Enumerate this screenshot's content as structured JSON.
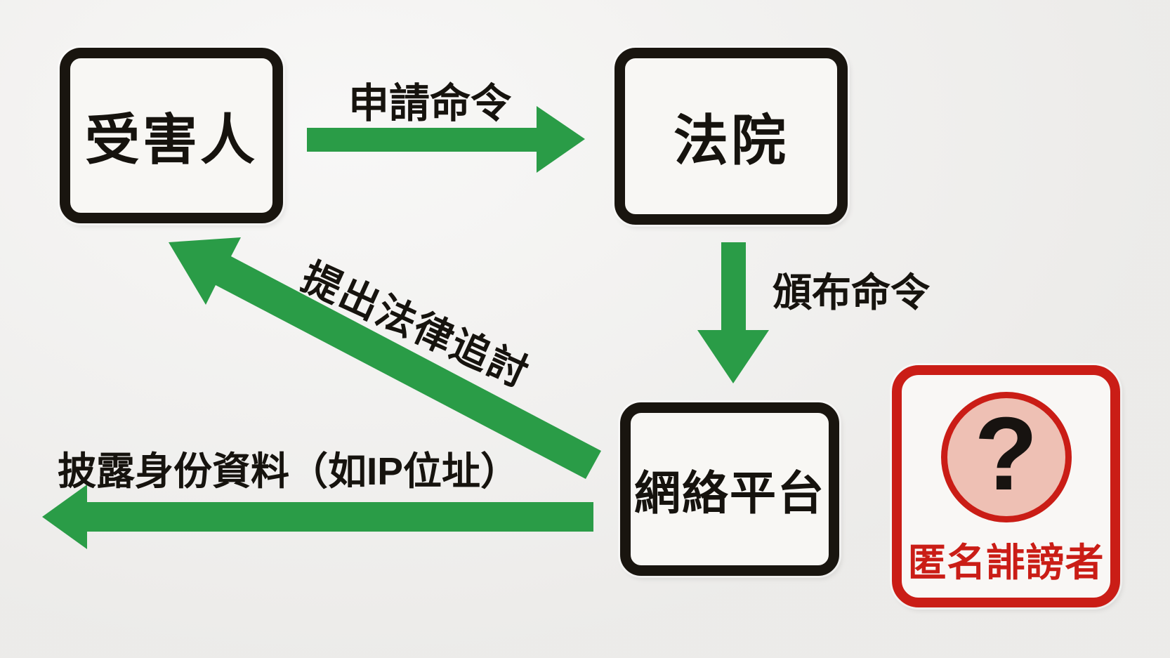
{
  "colors": {
    "background": "#f1f0ee",
    "arrow_green": "#2a9c47",
    "box_border_black": "#19150f",
    "alert_red": "#ca1d16",
    "question_circle_fill": "#eec0b4"
  },
  "nodes": {
    "victim": {
      "label": "受害人"
    },
    "court": {
      "label": "法院"
    },
    "platform": {
      "label": "網絡平台"
    },
    "defamer": {
      "label": "匿名誹謗者",
      "icon_glyph": "?"
    }
  },
  "edges": {
    "apply_order": {
      "label": "申請命令",
      "from": "受害人",
      "to": "法院"
    },
    "issue_order": {
      "label": "頒布命令",
      "from": "法院",
      "to": "網絡平台"
    },
    "legal_action": {
      "label": "提出法律追討",
      "from": "網絡平台",
      "to": "受害人"
    },
    "disclose_identity": {
      "label": "披露身份資料（如IP位址）",
      "from": "網絡平台",
      "to": "受害人"
    }
  }
}
